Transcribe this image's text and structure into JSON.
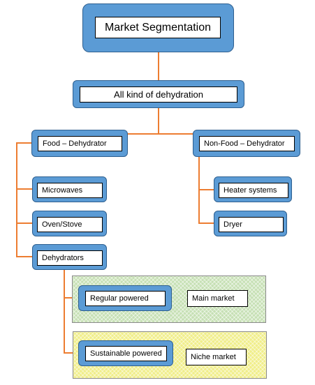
{
  "colors": {
    "node_fill": "#5b9bd5",
    "node_border": "#2e5f8f",
    "connector": "#ed7d31",
    "panel_main": "#c6e0b4",
    "panel_niche": "#f0ee8a"
  },
  "root": {
    "label": "Market Segmentation"
  },
  "level1": {
    "label": "All kind of dehydration"
  },
  "food": {
    "label": "Food – Dehydrator",
    "children": [
      "Microwaves",
      "Oven/Stove",
      "Dehydrators"
    ]
  },
  "nonfood": {
    "label": "Non-Food – Dehydrator",
    "children": [
      "Heater systems",
      "Dryer"
    ]
  },
  "dehydrator_types": [
    {
      "label": "Regular powered",
      "market": "Main market"
    },
    {
      "label": "Sustainable powered",
      "market": "Niche market"
    }
  ]
}
